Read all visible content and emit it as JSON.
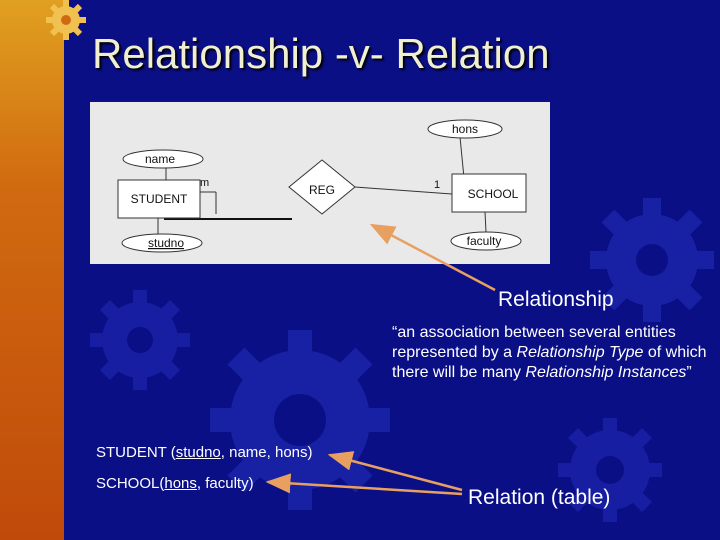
{
  "title": "Relationship -v- Relation",
  "diagram": {
    "attributes": {
      "hons": "hons",
      "name": "name",
      "studno": "studno",
      "faculty": "faculty"
    },
    "entities": {
      "student": "STUDENT",
      "school": "SCHOOL"
    },
    "relationship": "REG",
    "cardinality": {
      "student_side": "m",
      "school_side": "1"
    }
  },
  "relationship_label": "Relationship",
  "definition": {
    "part1": "“an association between several entities represented by a ",
    "term1": "Relationship Type",
    "part2": " of which there will be many ",
    "term2": "Relationship Instances",
    "part3": "”"
  },
  "tables": {
    "student": {
      "name": "STUDENT",
      "open": " (",
      "key": "studno",
      "rest": ", name, hons)"
    },
    "school": {
      "name": "SCHOOL",
      "open": "(",
      "key": "hons",
      "rest": ", faculty)"
    }
  },
  "relation_label": "Relation (table)",
  "colors": {
    "background": "#0b0f86",
    "arrow": "#e8a060",
    "diagram_bg": "#e9e9e9"
  }
}
